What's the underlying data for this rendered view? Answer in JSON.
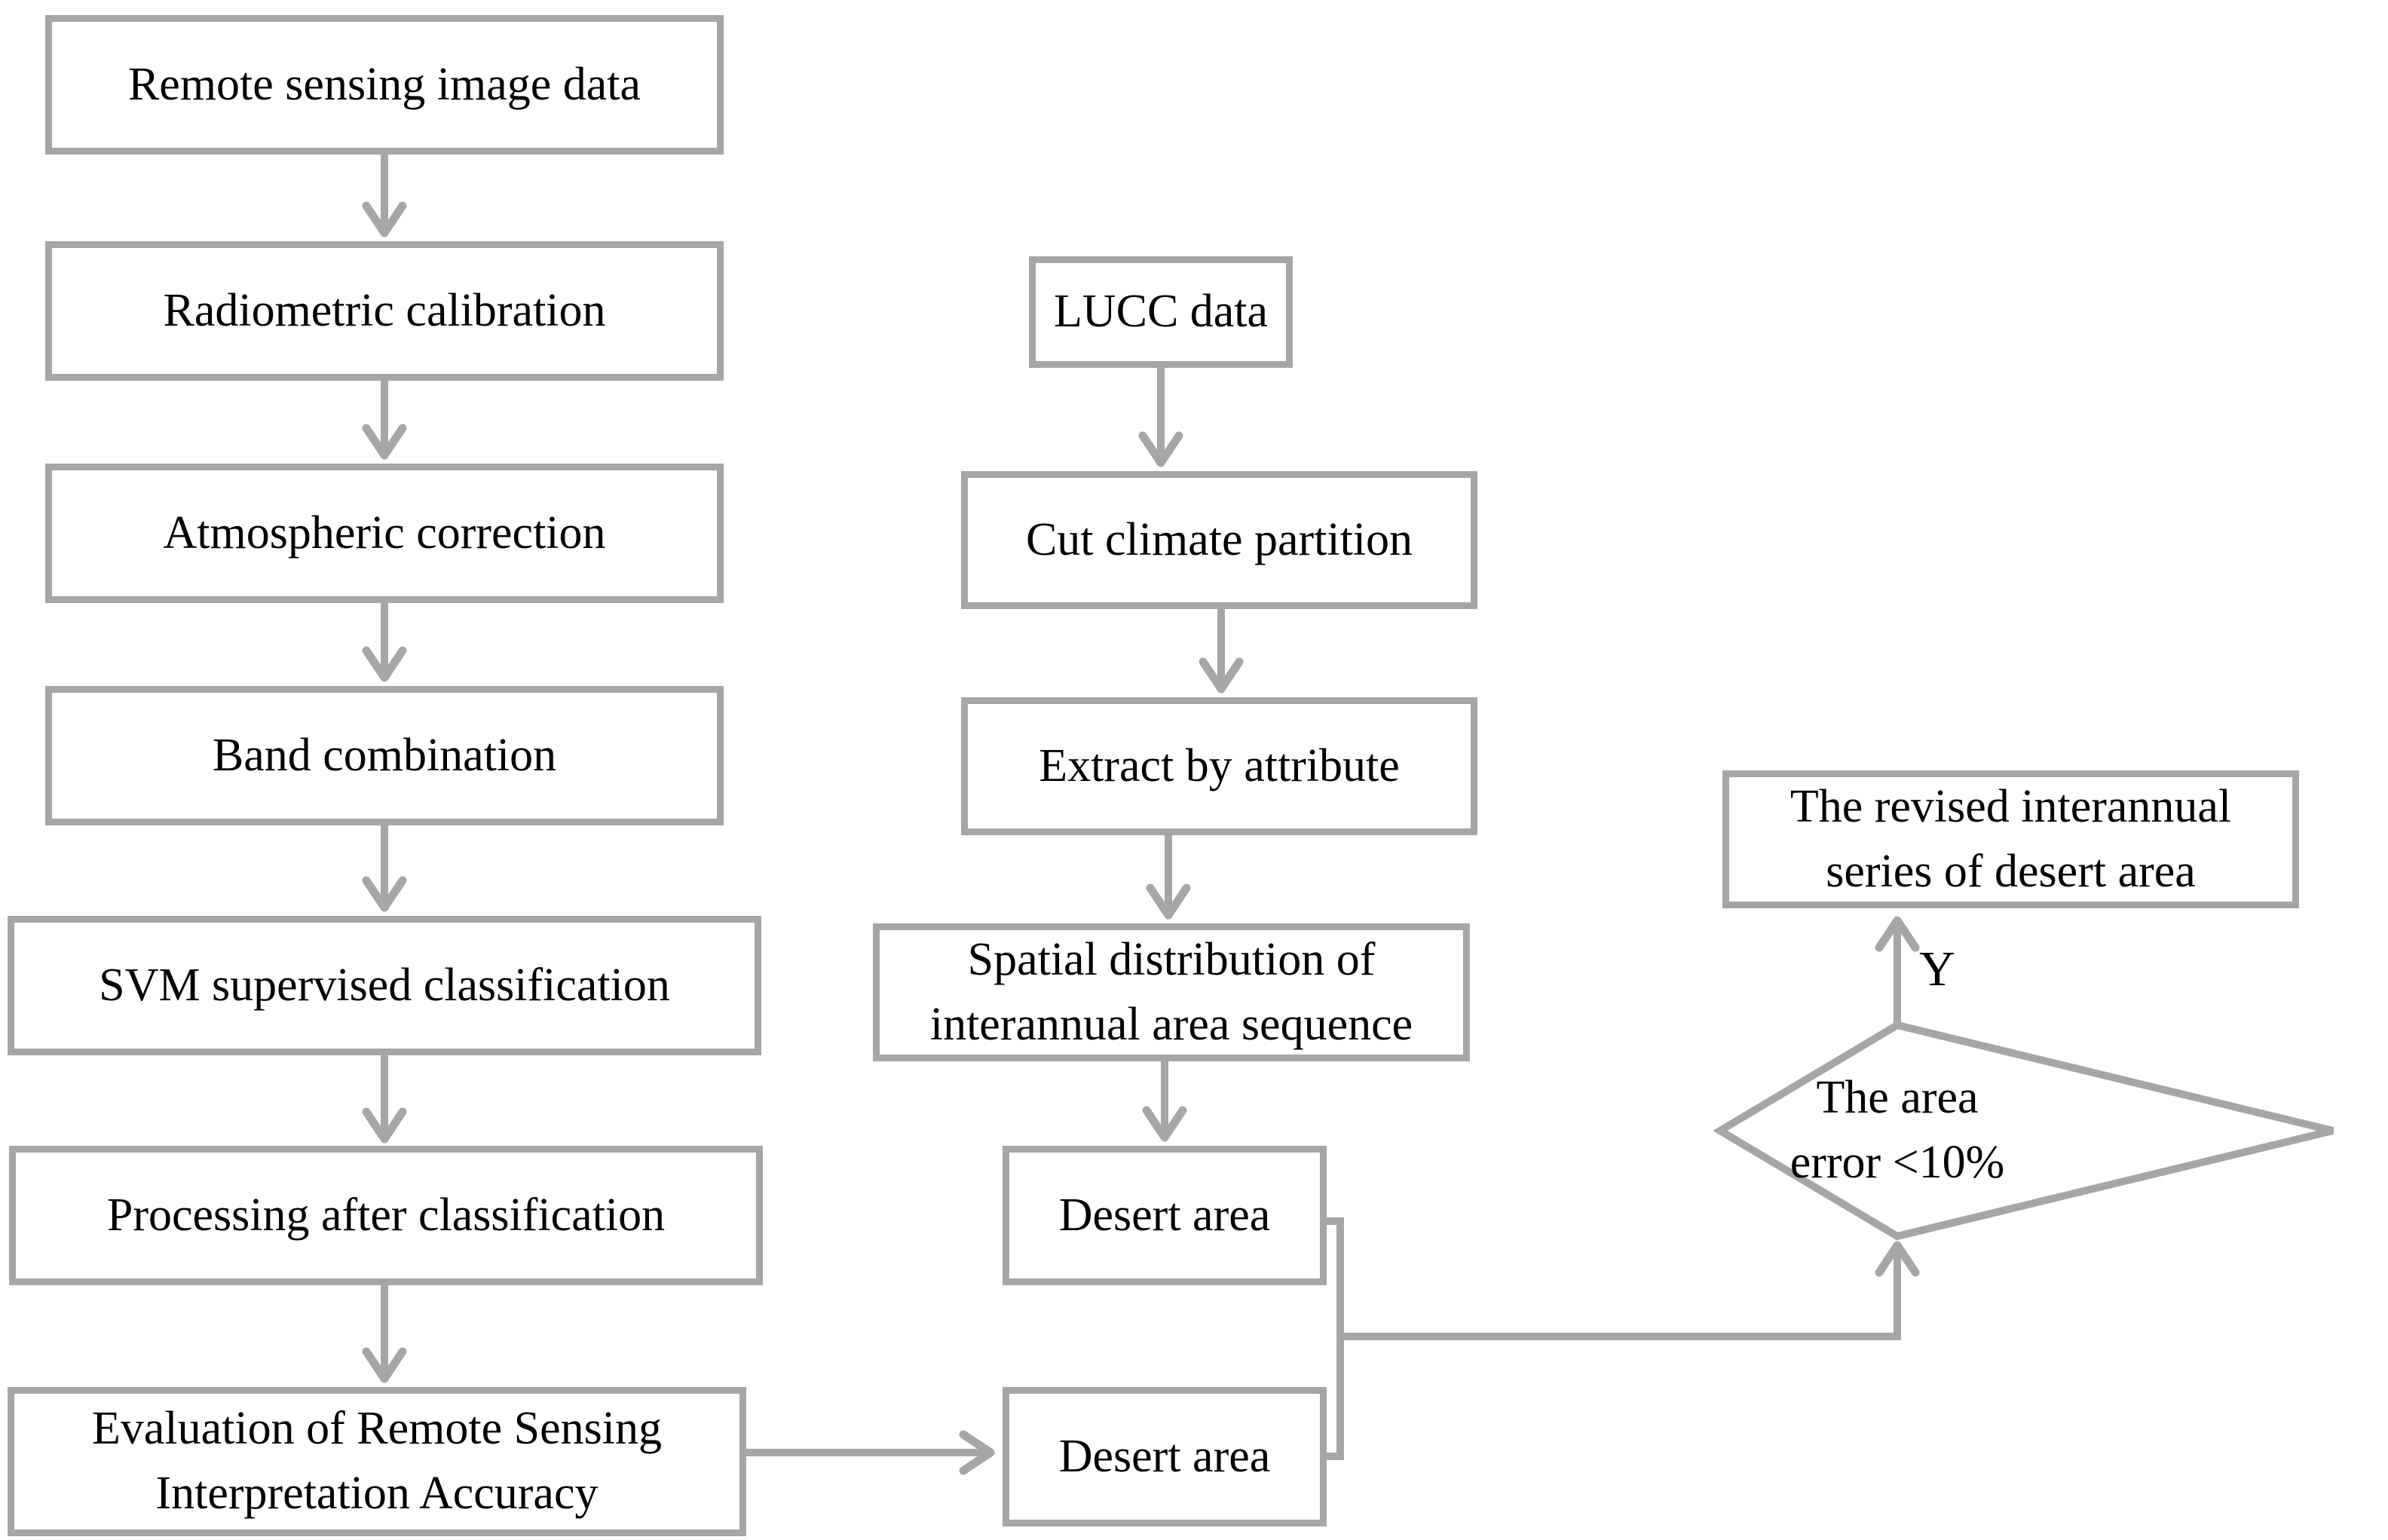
{
  "flowchart": {
    "colors": {
      "line": "#a6a6a6",
      "text": "#000000",
      "background": "#ffffff"
    },
    "left_column": [
      "Remote sensing image data",
      "Radiometric calibration",
      "Atmospheric correction",
      "Band combination",
      "SVM supervised classification",
      "Processing after classification",
      "Evaluation of Remote Sensing\nInterpretation Accuracy"
    ],
    "middle_column": [
      "LUCC data",
      "Cut climate partition",
      "Extract by attribute",
      "Spatial distribution of\ninterannual area sequence",
      "Desert area",
      "Desert area"
    ],
    "decision": {
      "label": "The area\nerror <10%",
      "branch_yes": "Y"
    },
    "result_box": "The revised interannual\nseries of desert area"
  }
}
